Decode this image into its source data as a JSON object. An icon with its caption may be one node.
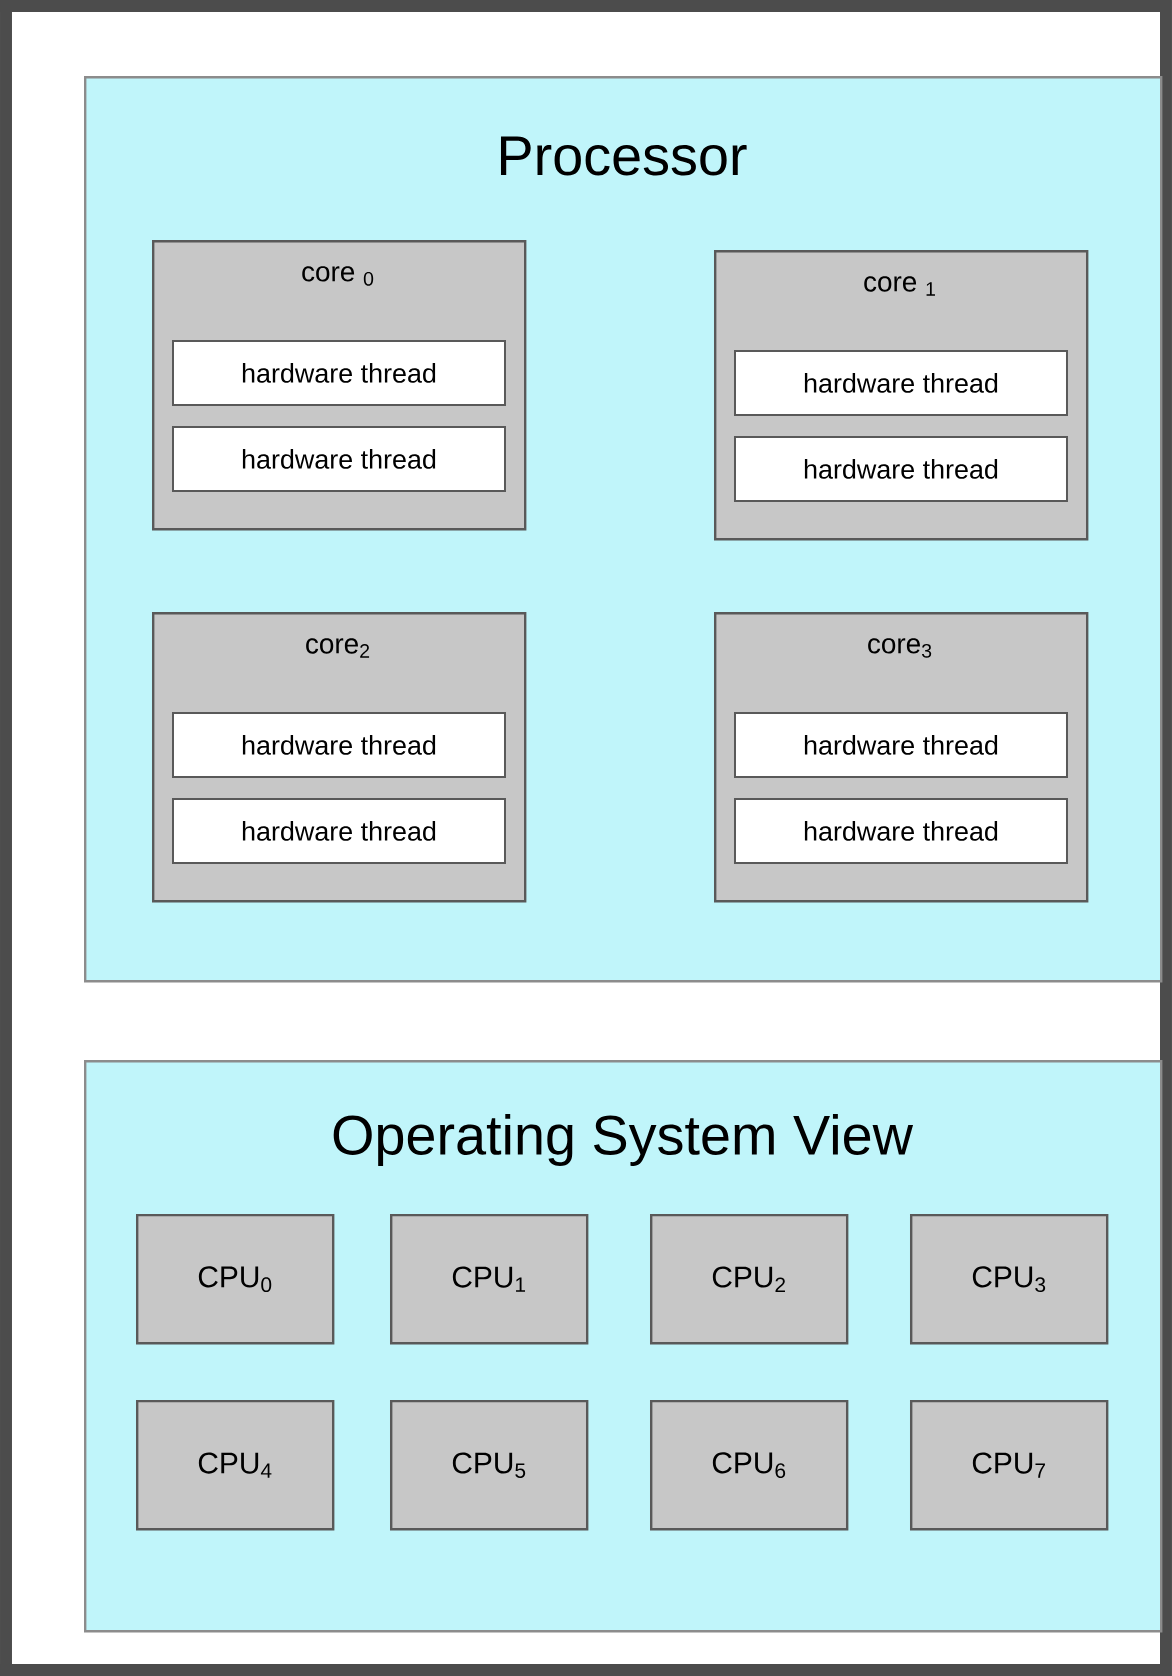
{
  "diagram": {
    "nodes": [
      {
        "text": [
          "Processor"
        ]
      },
      {
        "text": [
          "core $_{0}$"
        ],
        "in": 0
      },
      {
        "text": [
          "hardware thread"
        ],
        "in": 1
      },
      {
        "text": [
          "hardware thread"
        ],
        "in": 1
      },
      {
        "text": [
          "core $_{1}$"
        ],
        "in": 0
      },
      {
        "text": [
          "hardware thread"
        ],
        "in": 4
      },
      {
        "text": [
          "hardware thread"
        ],
        "in": 4
      },
      {
        "text": [
          "core$_{2}$"
        ],
        "in": 0
      },
      {
        "text": [
          "hardware thread"
        ],
        "in": 7
      },
      {
        "text": [
          "hardware thread"
        ],
        "in": 7
      },
      {
        "text": [
          "core$_{3}$"
        ],
        "in": 0
      },
      {
        "text": [
          "hardware thread"
        ],
        "in": 10
      },
      {
        "text": [
          "hardware thread"
        ],
        "in": 10
      },
      {
        "text": [
          "Operating System View"
        ]
      },
      {
        "text": [
          "CPU$_{0}$"
        ],
        "in": 13
      },
      {
        "text": [
          "CPU$_{1}$"
        ],
        "in": 13
      },
      {
        "text": [
          "CPU$_{2}$"
        ],
        "in": 13
      },
      {
        "text": [
          "CPU$_{3}$"
        ],
        "in": 13
      },
      {
        "text": [
          "CPU$_{4}$"
        ],
        "in": 13
      },
      {
        "text": [
          "CPU$_{5}$"
        ],
        "in": 13
      },
      {
        "text": [
          "CPU$_{6}$"
        ],
        "in": 13
      },
      {
        "text": [
          "CPU$_{7}$"
        ],
        "in": 13
      }
    ]
  }
}
